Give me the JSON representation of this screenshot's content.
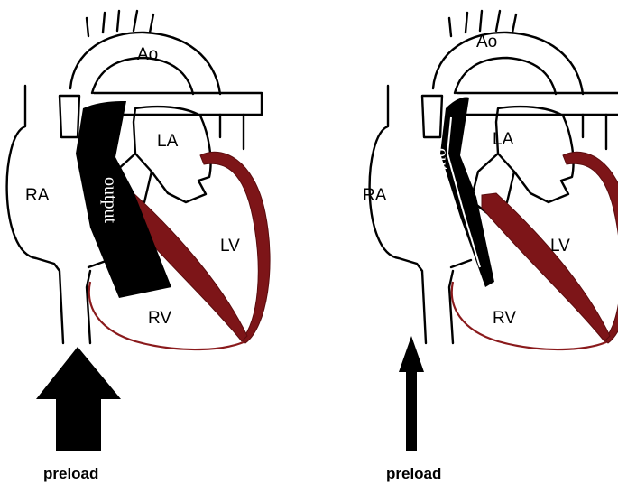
{
  "panels": [
    {
      "chamber_labels": {
        "ao": "Ao",
        "la": "LA",
        "ra": "RA",
        "lv": "LV",
        "rv": "RV"
      },
      "output_label": "output",
      "preload_label": "preload"
    },
    {
      "chamber_labels": {
        "ao": "Ao",
        "la": "LA",
        "ra": "RA",
        "lv": "LV",
        "rv": "RV"
      },
      "output_label": "output",
      "preload_label": "preload"
    }
  ],
  "colors": {
    "myocardium": "#7d1518",
    "outline": "#000000",
    "output_band": "#000000",
    "output_text": "#ffffff"
  }
}
